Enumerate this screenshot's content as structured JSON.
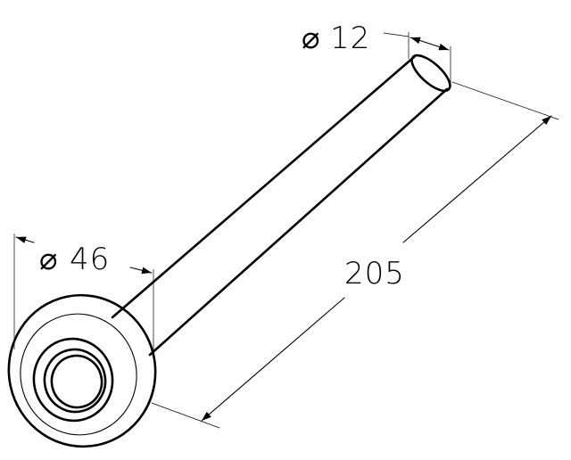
{
  "drawing": {
    "dimensions": {
      "small_diameter": {
        "symbol": "⌀",
        "value": "12"
      },
      "large_diameter": {
        "symbol": "⌀",
        "value": "46"
      },
      "length": {
        "value": "205"
      }
    },
    "colors": {
      "line": "#000000",
      "background": "#ffffff"
    }
  }
}
